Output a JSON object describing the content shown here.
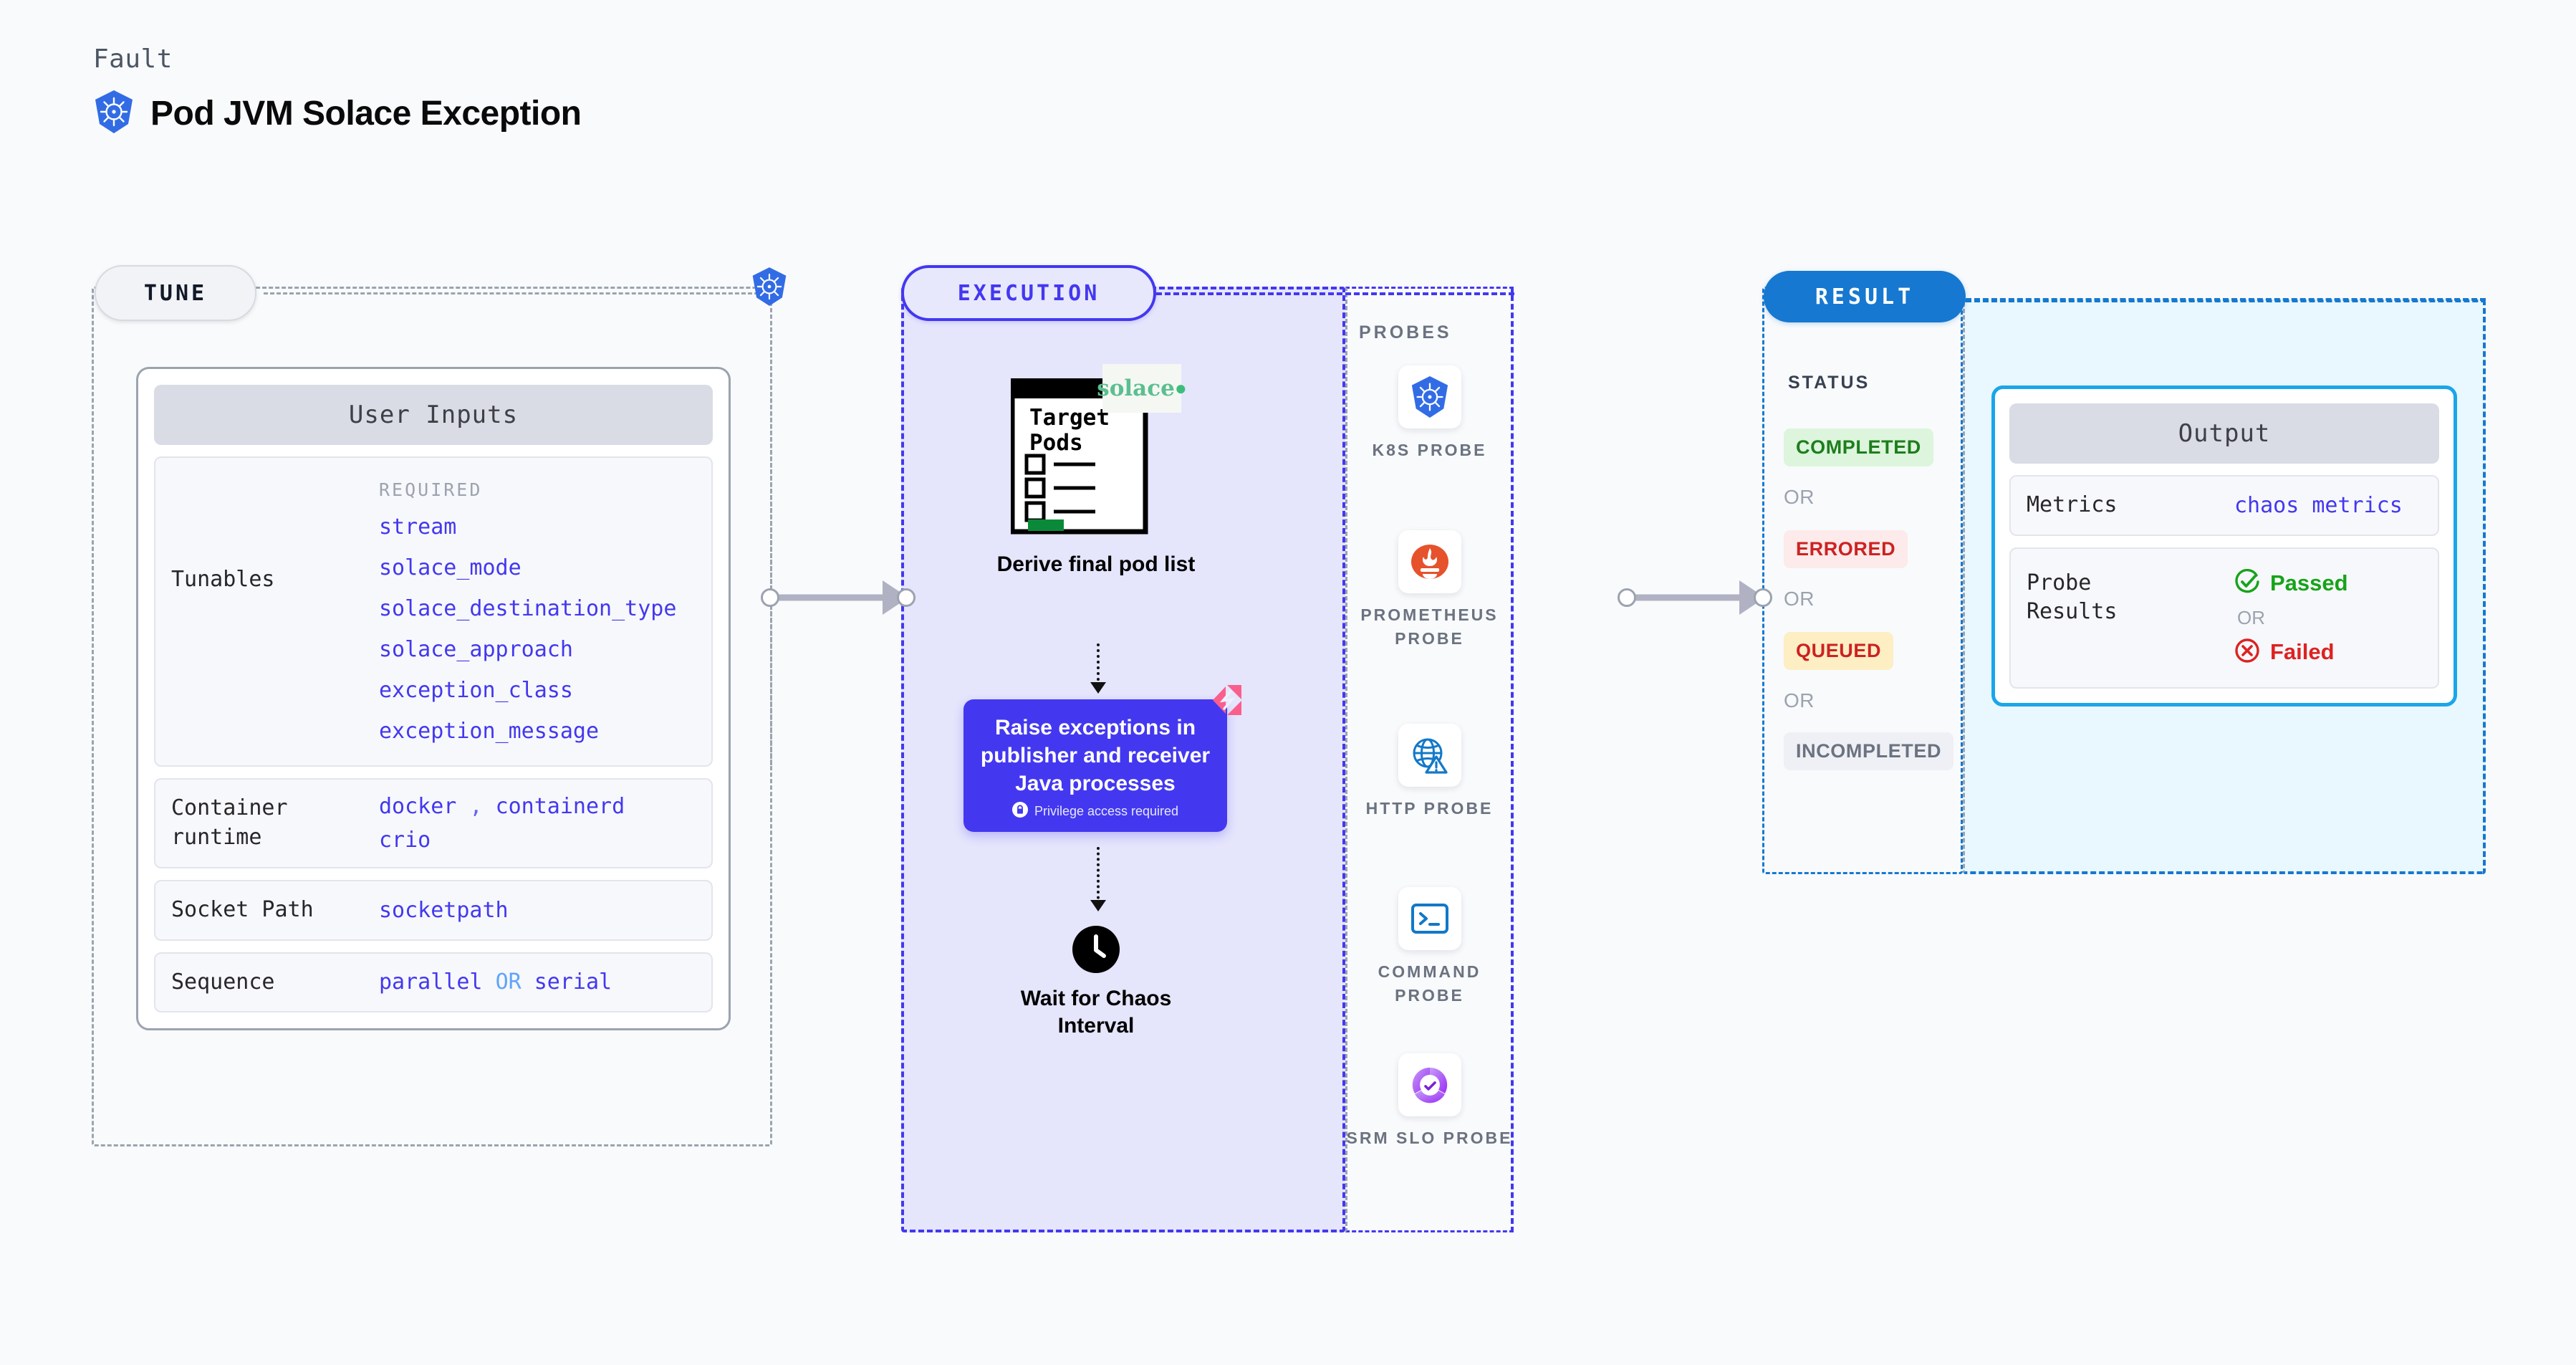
{
  "header": {
    "kicker": "Fault",
    "title": "Pod JVM Solace Exception",
    "icon": "kubernetes-icon"
  },
  "tune": {
    "pill_label": "TUNE",
    "card_title": "User Inputs",
    "rows": [
      {
        "label": "Tunables",
        "required_label": "REQUIRED",
        "items": [
          "stream",
          "solace_mode",
          "solace_destination_type",
          "solace_approach",
          "exception_class",
          "exception_message"
        ]
      },
      {
        "label": "Container\nruntime",
        "values_line1": [
          "docker",
          "containerd"
        ],
        "separator": ",",
        "values_line2": [
          "crio"
        ]
      },
      {
        "label": "Socket Path",
        "value": "socketpath"
      },
      {
        "label": "Sequence",
        "value_a": "parallel",
        "or": "OR",
        "value_b": "serial"
      }
    ]
  },
  "execution": {
    "pill_label": "EXECUTION",
    "steps": [
      {
        "caption": "Derive final pod list",
        "icon": "target-pods-document-icon",
        "doc_title_line1": "Target",
        "doc_title_line2": "Pods",
        "badge": "solace-logo",
        "badge_text": "solace"
      },
      {
        "caption": "Raise exceptions in publisher and receiver Java processes",
        "note": "Privilege access required",
        "note_icon": "lock-icon",
        "corner_icon": "litmus-chaos-icon"
      },
      {
        "caption": "Wait for Chaos Interval",
        "icon": "clock-icon"
      }
    ],
    "probes_title": "PROBES",
    "probes": [
      {
        "name": "K8S PROBE",
        "icon": "kubernetes-icon"
      },
      {
        "name": "PROMETHEUS PROBE",
        "icon": "prometheus-icon"
      },
      {
        "name": "HTTP PROBE",
        "icon": "http-globe-warning-icon"
      },
      {
        "name": "COMMAND PROBE",
        "icon": "terminal-icon"
      },
      {
        "name": "SRM SLO PROBE",
        "icon": "srm-slo-icon"
      }
    ]
  },
  "result": {
    "pill_label": "RESULT",
    "status_title": "STATUS",
    "or_label": "OR",
    "statuses": [
      {
        "label": "COMPLETED",
        "fg": "#1e7d1e",
        "bg": "#dcf5dc"
      },
      {
        "label": "ERRORED",
        "fg": "#cc2222",
        "bg": "#fdeaea"
      },
      {
        "label": "QUEUED",
        "fg": "#cc2222",
        "bg": "#fdeec4"
      },
      {
        "label": "INCOMPLETED",
        "fg": "#6b7280",
        "bg": "#eef0f5"
      }
    ],
    "output": {
      "card_title": "Output",
      "metrics_label": "Metrics",
      "metrics_value": "chaos metrics",
      "probe_results_label": "Probe\nResults",
      "passed_label": "Passed",
      "failed_label": "Failed",
      "or_label": "OR"
    }
  },
  "colors": {
    "accent_purple": "#4338f0",
    "accent_blue": "#1678d0",
    "accent_cyan": "#1aa6e8",
    "k8s_blue": "#326ce5",
    "prometheus_orange": "#e6522c",
    "solace_green": "#5bbf8f",
    "pass_green": "#17a31a",
    "fail_red": "#dd2222",
    "chaos_pink": "#fa5f8c"
  }
}
